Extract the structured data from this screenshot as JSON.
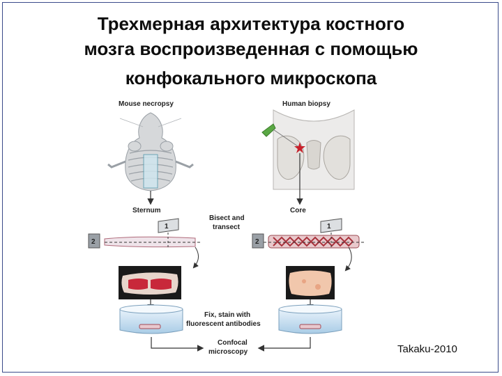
{
  "slide": {
    "title_line1": "Трехмерная архитектура костного",
    "title_line2": "мозга воспроизведенная с помощью",
    "title_line3": "конфокального микроскопа",
    "credit": "Takaku-2010"
  },
  "diagram": {
    "mouse_label": "Mouse necropsy",
    "human_label": "Human biopsy",
    "sternum_label": "Sternum",
    "core_label": "Core",
    "bisect_line1": "Bisect and",
    "bisect_line2": "transect",
    "cut1_left": "1",
    "cut2_left": "2",
    "cut1_right": "1",
    "cut2_right": "2",
    "fix_line1": "Fix, stain with",
    "fix_line2": "fluorescent antibodies",
    "confocal_line1": "Confocal",
    "confocal_line2": "microscopy"
  }
}
